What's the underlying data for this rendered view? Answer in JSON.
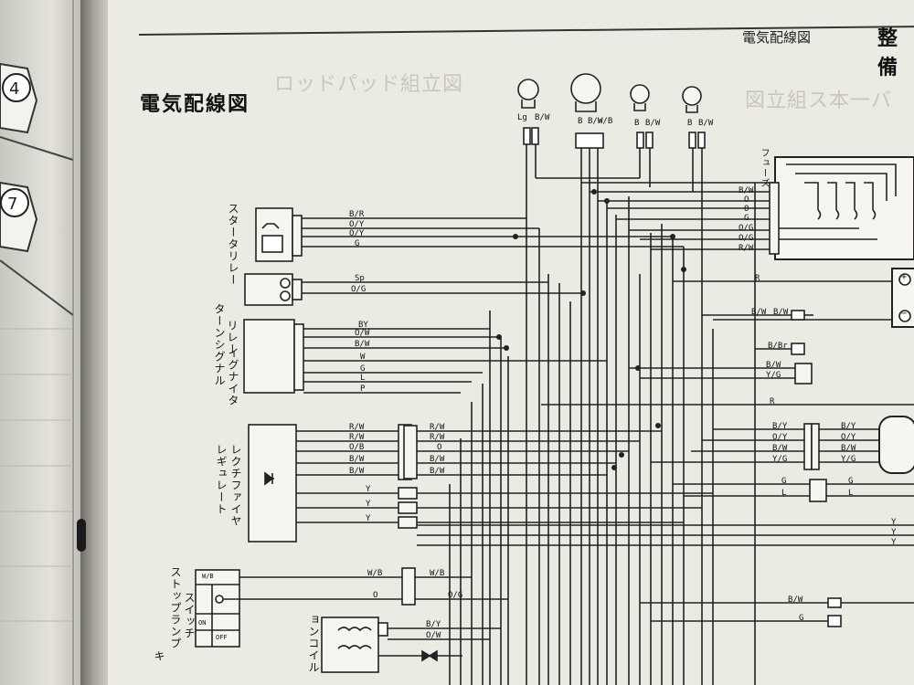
{
  "header": {
    "section_label": "電気配線図",
    "section_title": "整備"
  },
  "page_title": "電気配線図",
  "ghost_text": {
    "top": "ロッドパッド組立図",
    "right": "図立組ス本一バ"
  },
  "components": {
    "starter_relay": "スタータリレー",
    "turn_signal_relay_1": "ターンシグナル",
    "turn_signal_relay_2": "リレー",
    "igniter": "イグナイタ",
    "regulator_1": "レギュレート",
    "regulator_2": "レクチファイヤ",
    "stop_switch_1": "ストップランプ",
    "stop_switch_2": "スイッチ",
    "ignition_coil": "ョンコイル",
    "brake": "キ",
    "fuse": "フューズ"
  },
  "switch_table": {
    "header": "W/B",
    "on": "ON",
    "off": "OFF"
  },
  "wire_labels": {
    "bulbs": [
      "Lg",
      "B/W",
      "B",
      "B/W",
      "W/B",
      "B",
      "B/W",
      "B",
      "B/W"
    ],
    "starter": [
      "B/R",
      "O/Y",
      "O/Y",
      "G"
    ],
    "turn": [
      "Sp",
      "O/G"
    ],
    "igniter": [
      "BY",
      "O/W",
      "B/W",
      "W",
      "G",
      "L",
      "P"
    ],
    "regulator_left": [
      "R/W",
      "R/W",
      "O/B",
      "B/W",
      "B/W"
    ],
    "regulator_right": [
      "R/W",
      "R/W",
      "O",
      "B/W",
      "B/W"
    ],
    "regulator_y": [
      "Y",
      "Y",
      "Y"
    ],
    "stop": [
      "W/B",
      "W/B",
      "O",
      "O/G"
    ],
    "coil": [
      "B/Y",
      "O/W"
    ],
    "fuse": [
      "B/W",
      "O",
      "O",
      "G",
      "O/G",
      "O/G",
      "R/W"
    ],
    "right_side": [
      "R",
      "B/W",
      "B/W",
      "B/Br",
      "B/W",
      "Y/G",
      "R",
      "B/Y",
      "B/Y",
      "O/Y",
      "O/Y",
      "B/W",
      "B/W",
      "Y/G",
      "Y/G",
      "G",
      "G",
      "L",
      "L",
      "Y",
      "Y",
      "Y",
      "B/W",
      "G"
    ],
    "battery": [
      "+",
      "−"
    ]
  }
}
